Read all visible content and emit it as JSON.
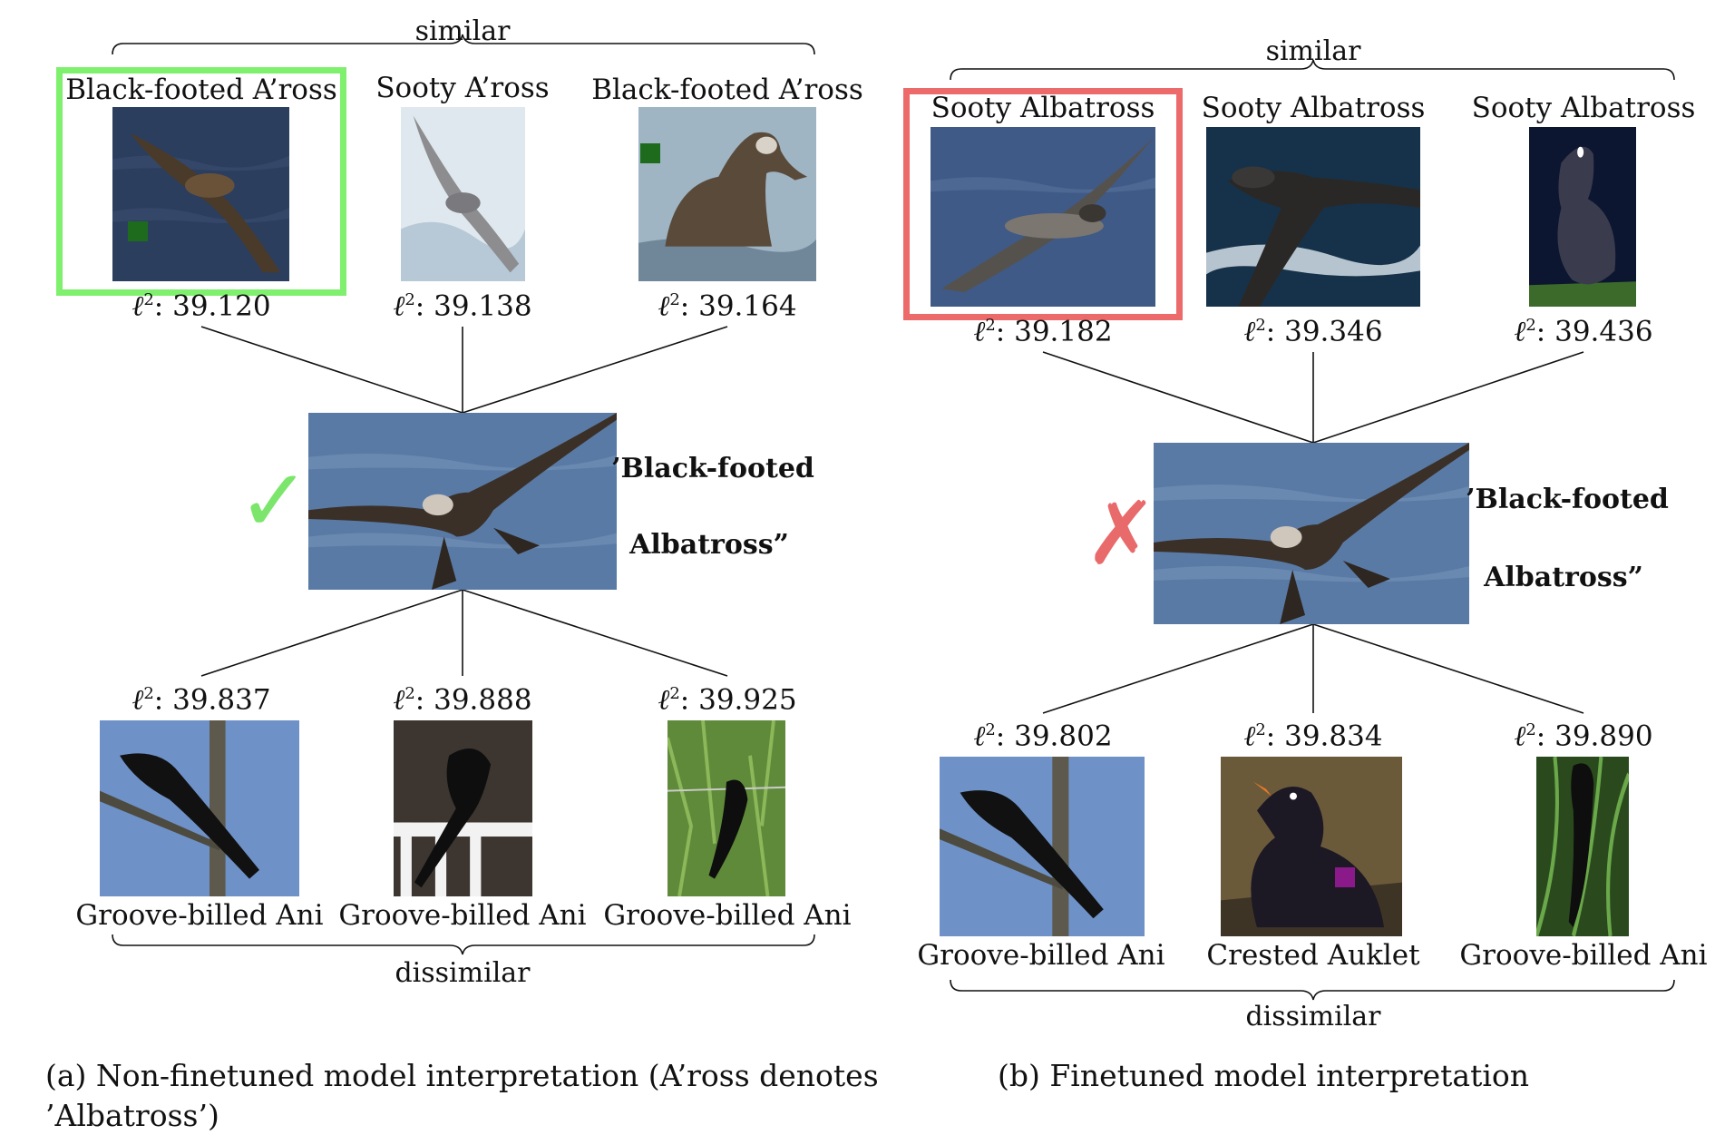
{
  "panel_a": {
    "similar_label": "similar",
    "dissimilar_label": "dissimilar",
    "verdict_icon": "check-mark-icon",
    "verdict_color": "#7be66b",
    "highlight_color": "#7ef06e",
    "query_label_line1": "’Black-footed",
    "query_label_line2": "Albatross”",
    "similar": [
      {
        "label": "Black-footed A’ross",
        "score": "39.120"
      },
      {
        "label": "Sooty A’ross",
        "score": "39.138"
      },
      {
        "label": "Black-footed A’ross",
        "score": "39.164"
      }
    ],
    "dissimilar": [
      {
        "label": "Groove-billed Ani",
        "score": "39.837"
      },
      {
        "label": "Groove-billed Ani",
        "score": "39.888"
      },
      {
        "label": "Groove-billed Ani",
        "score": "39.925"
      }
    ],
    "caption_line1": "(a) Non-finetuned model interpretation (A’ross denotes",
    "caption_line2": "’Albatross’)"
  },
  "panel_b": {
    "similar_label": "similar",
    "dissimilar_label": "dissimilar",
    "verdict_icon": "cross-mark-icon",
    "verdict_color": "#e96a6a",
    "highlight_color": "#ec6a6a",
    "query_label_line1": "’Black-footed",
    "query_label_line2": "Albatross”",
    "similar": [
      {
        "label": "Sooty Albatross",
        "score": "39.182"
      },
      {
        "label": "Sooty Albatross",
        "score": "39.346"
      },
      {
        "label": "Sooty Albatross",
        "score": "39.436"
      }
    ],
    "dissimilar": [
      {
        "label": "Groove-billed Ani",
        "score": "39.802"
      },
      {
        "label": "Crested Auklet",
        "score": "39.834"
      },
      {
        "label": "Groove-billed Ani",
        "score": "39.890"
      }
    ],
    "caption": "(b) Finetuned model interpretation"
  },
  "score_prefix": "ℓ",
  "score_sup": "2",
  "score_sep": ":",
  "colors": {
    "patch_green": "#1e6b1e",
    "patch_purple": "#8a1a8a"
  }
}
